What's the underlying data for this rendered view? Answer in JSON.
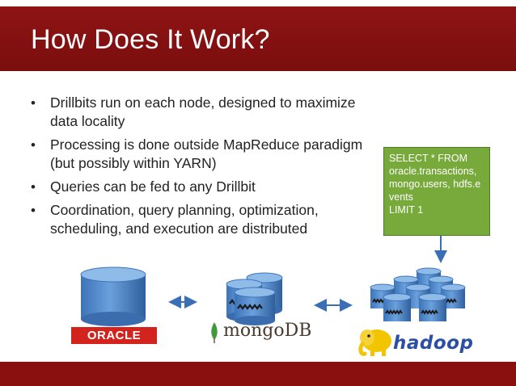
{
  "slide": {
    "title": "How Does It Work?",
    "bullets": [
      "Drillbits run on each node, designed to maximize data locality",
      "Processing is done outside MapReduce paradigm (but possibly within YARN)",
      "Queries can be fed to any Drillbit",
      "Coordination, query planning, optimization, scheduling, and execution are distributed"
    ],
    "bullet_symbol": "•"
  },
  "sql_box": {
    "lines": [
      "SELECT * FROM",
      "oracle.transactions,",
      "mongo.users, hdfs.e",
      "vents",
      "LIMIT 1"
    ]
  },
  "logos": {
    "oracle": "ORACLE",
    "mongodb": "mongoDB",
    "hadoop": "hadoop"
  },
  "colors": {
    "title_bar": "#8f1414",
    "sql_box": "#77a93b",
    "database_blue": "#4f86c6",
    "arrow_blue": "#3a6fb5"
  },
  "icons": [
    "oracle-database-icon",
    "mongo-database-cluster-icon",
    "hadoop-cluster-icon",
    "bidirectional-arrow-icon",
    "down-arrow-icon"
  ]
}
